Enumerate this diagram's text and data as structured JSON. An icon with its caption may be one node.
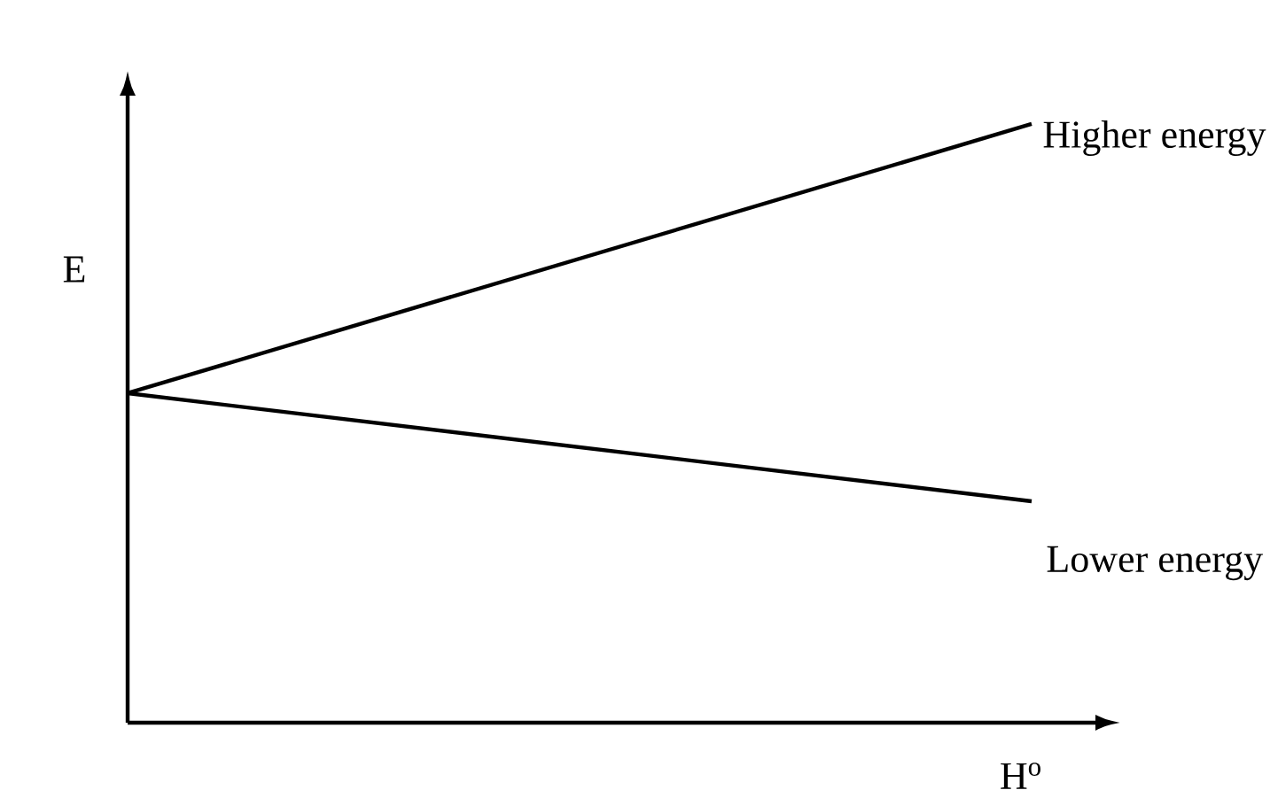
{
  "diagram": {
    "labels": [
      "E",
      "Higher energy",
      "Lower energy",
      "H$^{o}$"
    ]
  }
}
